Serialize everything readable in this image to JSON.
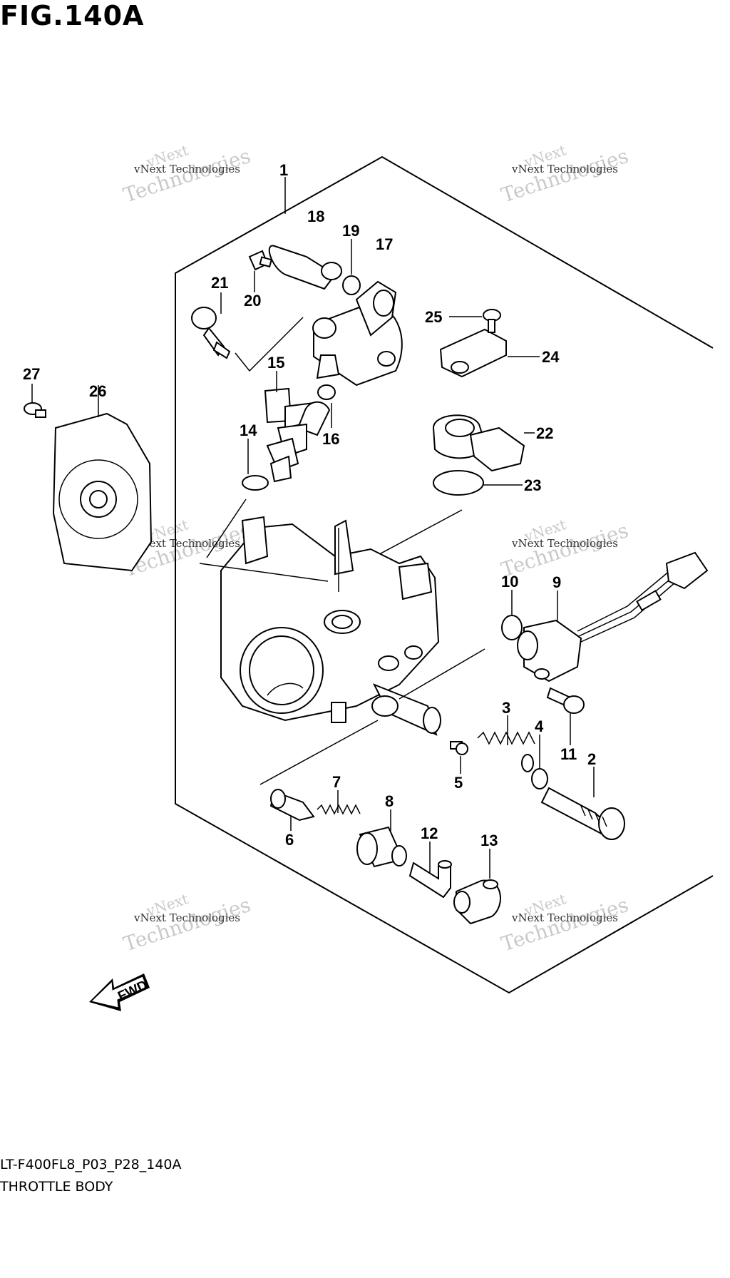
{
  "figure_title": "FIG.140A",
  "watermark": {
    "line1": "vNext",
    "line2": "vNext Technologies",
    "line3": "Technologies"
  },
  "fwd_label": "FWD",
  "part_code": "LT-F400FL8_P03_P28_140A",
  "part_title": "THROTTLE BODY",
  "callouts": [
    "1",
    "2",
    "3",
    "4",
    "5",
    "6",
    "7",
    "8",
    "9",
    "10",
    "11",
    "12",
    "13",
    "14",
    "15",
    "16",
    "17",
    "18",
    "19",
    "20",
    "21",
    "22",
    "23",
    "24",
    "25",
    "26",
    "27"
  ]
}
